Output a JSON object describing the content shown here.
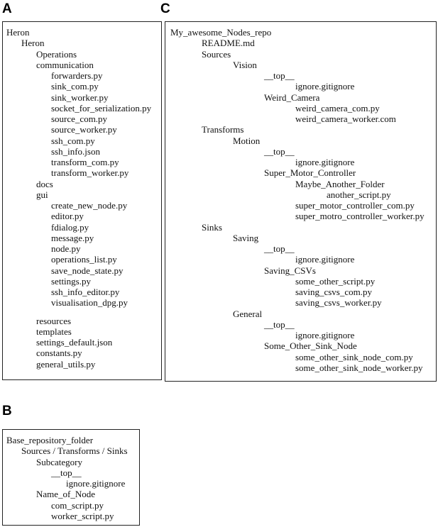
{
  "labels": {
    "a": "A",
    "b": "B",
    "c": "C"
  },
  "panel_a": {
    "items": [
      {
        "text": "Heron",
        "level": 0
      },
      {
        "text": "Heron",
        "level": 1
      },
      {
        "text": "Operations",
        "level": 2
      },
      {
        "text": "communication",
        "level": 2
      },
      {
        "text": "forwarders.py",
        "level": 3
      },
      {
        "text": "sink_com.py",
        "level": 3
      },
      {
        "text": "sink_worker.py",
        "level": 3
      },
      {
        "text": "socket_for_serialization.py",
        "level": 3
      },
      {
        "text": "source_com.py",
        "level": 3
      },
      {
        "text": "source_worker.py",
        "level": 3
      },
      {
        "text": "ssh_com.py",
        "level": 3
      },
      {
        "text": "ssh_info.json",
        "level": 3
      },
      {
        "text": "transform_com.py",
        "level": 3
      },
      {
        "text": "transform_worker.py",
        "level": 3
      },
      {
        "text": "docs",
        "level": 2
      },
      {
        "text": "gui",
        "level": 2
      },
      {
        "text": "create_new_node.py",
        "level": 3
      },
      {
        "text": "editor.py",
        "level": 3
      },
      {
        "text": "fdialog.py",
        "level": 3
      },
      {
        "text": "message.py",
        "level": 3
      },
      {
        "text": "node.py",
        "level": 3
      },
      {
        "text": "operations_list.py",
        "level": 3
      },
      {
        "text": "save_node_state.py",
        "level": 3
      },
      {
        "text": "settings.py",
        "level": 3
      },
      {
        "text": "ssh_info_editor.py",
        "level": 3
      },
      {
        "text": "visualisation_dpg.py",
        "level": 3
      },
      {
        "text": "resources",
        "level": 2,
        "gap": true
      },
      {
        "text": "templates",
        "level": 2
      },
      {
        "text": "settings_default.json",
        "level": 2
      },
      {
        "text": "constants.py",
        "level": 2
      },
      {
        "text": "general_utils.py",
        "level": 2
      }
    ]
  },
  "panel_b": {
    "items": [
      {
        "text": "Base_repository_folder",
        "level": 0
      },
      {
        "text": "Sources / Transforms / Sinks",
        "level": 1
      },
      {
        "text": "Subcategory",
        "level": 2
      },
      {
        "text": "__top__",
        "level": 3
      },
      {
        "text": "ignore.gitignore",
        "level": 4
      },
      {
        "text": "Name_of_Node",
        "level": 2
      },
      {
        "text": "com_script.py",
        "level": 3
      },
      {
        "text": "worker_script.py",
        "level": 3
      }
    ]
  },
  "panel_c": {
    "items": [
      {
        "text": "My_awesome_Nodes_repo",
        "level": 0
      },
      {
        "text": "README.md",
        "level": 1
      },
      {
        "text": "Sources",
        "level": 1
      },
      {
        "text": "Vision",
        "level": 2
      },
      {
        "text": "__top__",
        "level": 3
      },
      {
        "text": "ignore.gitignore",
        "level": 4
      },
      {
        "text": "Weird_Camera",
        "level": 3
      },
      {
        "text": "weird_camera_com.py",
        "level": 4
      },
      {
        "text": "weird_camera_worker.com",
        "level": 4
      },
      {
        "text": "Transforms",
        "level": 1
      },
      {
        "text": "Motion",
        "level": 2
      },
      {
        "text": "__top__",
        "level": 3
      },
      {
        "text": "ignore.gitignore",
        "level": 4
      },
      {
        "text": "Super_Motor_Controller",
        "level": 3
      },
      {
        "text": "Maybe_Another_Folder",
        "level": 4
      },
      {
        "text": "another_script.py",
        "level": 5
      },
      {
        "text": "super_motor_controller_com.py",
        "level": 4
      },
      {
        "text": "super_motro_controller_worker.py",
        "level": 4
      },
      {
        "text": "Sinks",
        "level": 1
      },
      {
        "text": "Saving",
        "level": 2
      },
      {
        "text": "__top__",
        "level": 3
      },
      {
        "text": "ignore.gitignore",
        "level": 4
      },
      {
        "text": "Saving_CSVs",
        "level": 3
      },
      {
        "text": "some_other_script.py",
        "level": 4
      },
      {
        "text": "saving_csvs_com.py",
        "level": 4
      },
      {
        "text": "saving_csvs_worker.py",
        "level": 4
      },
      {
        "text": "General",
        "level": 2
      },
      {
        "text": "__top__",
        "level": 3
      },
      {
        "text": "ignore.gitignore",
        "level": 4
      },
      {
        "text": "Some_Other_Sink_Node",
        "level": 3
      },
      {
        "text": "some_other_sink_node_com.py",
        "level": 4
      },
      {
        "text": "some_other_sink_node_worker.py",
        "level": 4
      }
    ]
  }
}
